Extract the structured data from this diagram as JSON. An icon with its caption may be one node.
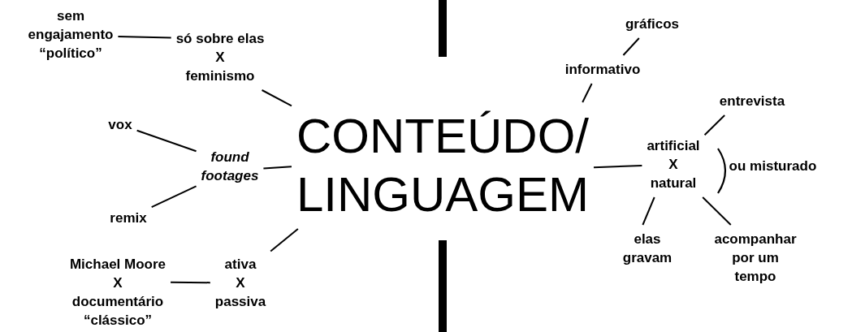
{
  "diagram": {
    "nodes": [
      {
        "text": [
          "CONTEÚDO/ LINGUAGEM"
        ]
      },
      {
        "text": [
          "só sobre elas X feminismo"
        ]
      },
      {
        "text": [
          "sem engajamento “político”"
        ]
      },
      {
        "text": [
          "found footages"
        ]
      },
      {
        "text": [
          "vox"
        ]
      },
      {
        "text": [
          "remix"
        ]
      },
      {
        "text": [
          "ativa X passiva"
        ]
      },
      {
        "text": [
          "Michael Moore X documentário “clássico”"
        ]
      },
      {
        "text": [
          "informativo"
        ]
      },
      {
        "text": [
          "gráficos"
        ]
      },
      {
        "text": [
          "artificial X natural"
        ],
        "beside": [
          "ou misturado"
        ]
      },
      {
        "text": [
          "entrevista"
        ]
      },
      {
        "text": [
          "elas gravam"
        ]
      },
      {
        "text": [
          "acompanhar por um tempo"
        ]
      }
    ],
    "edges": [
      {
        "from": 0,
        "to": 1,
        "arrow": "none"
      },
      {
        "from": 1,
        "to": 2,
        "arrow": "none"
      },
      {
        "from": 0,
        "to": 3,
        "arrow": "none"
      },
      {
        "from": 3,
        "to": 4,
        "arrow": "none"
      },
      {
        "from": 3,
        "to": 5,
        "arrow": "none"
      },
      {
        "from": 0,
        "to": 6,
        "arrow": "none"
      },
      {
        "from": 6,
        "to": 7,
        "arrow": "none"
      },
      {
        "from": 0,
        "to": 8,
        "arrow": "none"
      },
      {
        "from": 8,
        "to": 9,
        "arrow": "none"
      },
      {
        "from": 0,
        "to": 10,
        "arrow": "none"
      },
      {
        "from": 10,
        "to": 11,
        "arrow": "none"
      },
      {
        "from": 10,
        "to": 12,
        "arrow": "none"
      },
      {
        "from": 10,
        "to": 13,
        "arrow": "none"
      }
    ]
  }
}
